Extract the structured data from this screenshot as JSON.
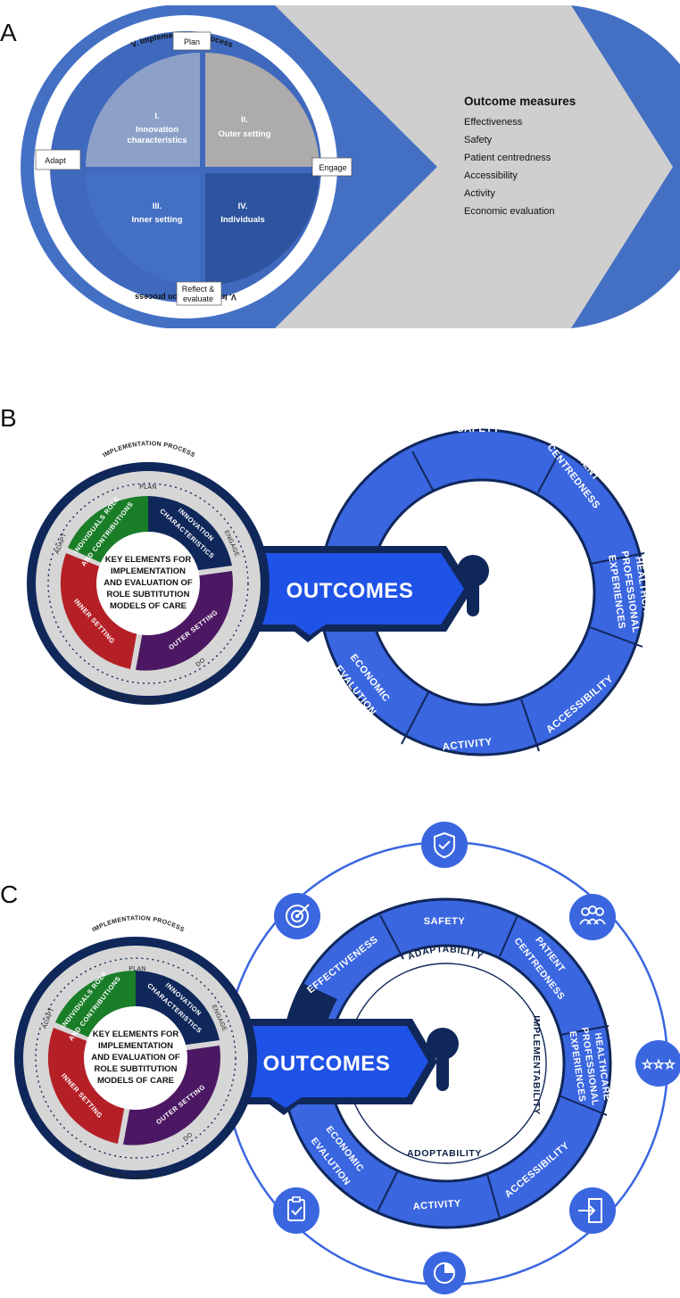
{
  "panels": [
    "A",
    "B",
    "C"
  ],
  "panelA": {
    "top_arc": "V. Implementation process",
    "bottom_arc": "V. Implementation process",
    "plan": "Plan",
    "adapt": "Adapt",
    "engage": "Engage",
    "reflect_line1": "Reflect &",
    "reflect_line2": "evaluate",
    "q1_num": "I.",
    "q1_line1": "Innovation",
    "q1_line2": "characteristics",
    "q2_num": "II.",
    "q2_line1": "Outer setting",
    "q3_num": "III.",
    "q3_line1": "Inner setting",
    "q4_num": "IV.",
    "q4_line1": "Individuals",
    "outcome_title": "Outcome measures",
    "outcomes": [
      "Effectiveness",
      "Safety",
      "Patient centredness",
      "Accessibility",
      "Activity",
      "Economic evaluation"
    ]
  },
  "key": {
    "process": "IMPLEMENTATION PROCESS",
    "plan": "PLAN",
    "engage": "ENGAGE",
    "do": "DO",
    "reflect": "REFLECT AND EVALUATE",
    "adapt": "ADAPT",
    "seg_green_1": "INDIVIDUALS ROLE",
    "seg_green_2": "AND CONTRIBUTIONS",
    "seg_navy_1": "INNOVATION",
    "seg_navy_2": "CHARACTERISTICS",
    "seg_purple": "OUTER SETTING",
    "seg_red": "INNER SETTING",
    "center_1": "KEY ELEMENTS FOR",
    "center_2": "IMPLEMENTATION",
    "center_3": "AND EVALUATION OF",
    "center_4": "ROLE SUBTITUTION",
    "center_5": "MODELS OF CARE",
    "outcomes_label": "OUTCOMES"
  },
  "ring": {
    "effectiveness": "EFFECTIVENESS",
    "safety": "SAFETY",
    "patient_1": "PATIENT",
    "patient_2": "CENTREDNESS",
    "hpe_1": "HEALTHCARE",
    "hpe_2": "PROFESSIONAL",
    "hpe_3": "EXPERIENCES",
    "accessibility": "ACCESSIBILITY",
    "activity": "ACTIVITY",
    "economic_1": "ECONOMIC",
    "economic_2": "EVALUTION"
  },
  "panelC": {
    "adaptability": "ADAPTABILITY",
    "implementability": "IMPLEMENTABILITY",
    "adoptability": "ADOPTABILITY",
    "icons": [
      "shield-check-icon",
      "target-icon",
      "people-icon",
      "stars-icon",
      "door-exit-icon",
      "pie-chart-icon",
      "clipboard-check-icon"
    ]
  },
  "colors": {
    "blue": "#3a66e0",
    "blue_dark": "#10275a",
    "green": "#1a7d28",
    "red": "#b52027",
    "purple": "#4d1863",
    "panelA_blue": "#4470c4"
  }
}
